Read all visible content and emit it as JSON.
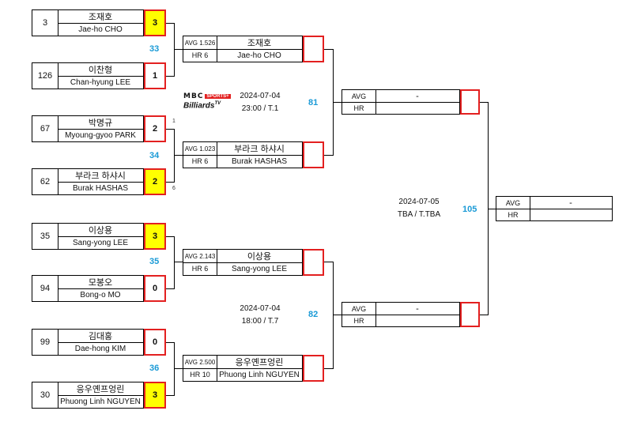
{
  "round1": [
    {
      "seed": "3",
      "kname": "조재호",
      "ename": "Jae-ho CHO",
      "score": "3",
      "win": true
    },
    {
      "seed": "126",
      "kname": "이찬형",
      "ename": "Chan-hyung LEE",
      "score": "1",
      "win": false
    },
    {
      "seed": "67",
      "kname": "박명규",
      "ename": "Myoung-gyoo PARK",
      "score": "2",
      "win": false
    },
    {
      "seed": "62",
      "kname": "부라크 하샤시",
      "ename": "Burak HASHAS",
      "score": "2",
      "win": true
    },
    {
      "seed": "35",
      "kname": "이상용",
      "ename": "Sang-yong LEE",
      "score": "3",
      "win": true
    },
    {
      "seed": "94",
      "kname": "모봉오",
      "ename": "Bong-o MO",
      "score": "0",
      "win": false
    },
    {
      "seed": "99",
      "kname": "김대홍",
      "ename": "Dae-hong KIM",
      "score": "0",
      "win": false
    },
    {
      "seed": "30",
      "kname": "응우옌프엉린",
      "ename": "Phuong Linh NGUYEN",
      "score": "3",
      "win": true
    }
  ],
  "match_numbers": {
    "m33": "33",
    "m34": "34",
    "m35": "35",
    "m36": "36",
    "m81": "81",
    "m82": "82",
    "m105": "105"
  },
  "tiebreak": {
    "top": "1",
    "bottom": "6"
  },
  "round2": [
    {
      "avg": "AVG 1.526",
      "hr": "HR 6",
      "kname": "조재호",
      "ename": "Jae-ho CHO"
    },
    {
      "avg": "AVG 1.023",
      "hr": "HR 6",
      "kname": "부라크 하샤시",
      "ename": "Burak HASHAS"
    },
    {
      "avg": "AVG 2.143",
      "hr": "HR 6",
      "kname": "이상용",
      "ename": "Sang-yong LEE"
    },
    {
      "avg": "AVG 2.500",
      "hr": "HR 10",
      "kname": "응우옌프엉린",
      "ename": "Phuong Linh NGUYEN"
    }
  ],
  "semis": [
    {
      "avg": "AVG",
      "hr": "HR",
      "name": "-"
    },
    {
      "avg": "AVG",
      "hr": "HR",
      "name": "-"
    }
  ],
  "final": {
    "avg": "AVG",
    "hr": "HR",
    "name": "-"
  },
  "schedule": {
    "r2_top_date": "2024-07-04",
    "r2_top_time": "23:00 / T.1",
    "r2_bottom_date": "2024-07-04",
    "r2_bottom_time": "18:00 / T.7",
    "final_date": "2024-07-05",
    "final_time": "TBA / T.TBA"
  },
  "broadcaster": {
    "logo_top": "MBC SPORTS+",
    "logo_bottom": "Billiards TV"
  },
  "colors": {
    "winner_fill": "#ffff00",
    "score_border": "#e32020",
    "match_number": "#1a9ad6"
  }
}
